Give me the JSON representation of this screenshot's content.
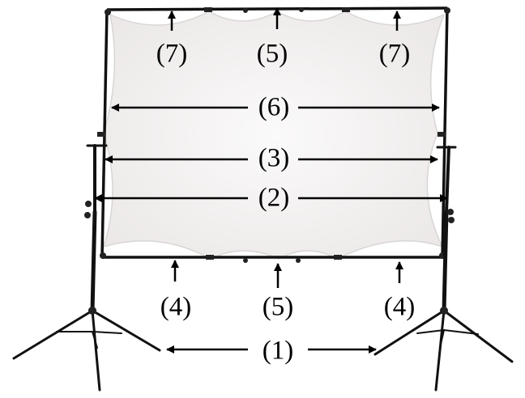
{
  "diagram": {
    "callouts": {
      "top_left": "(7)",
      "top_center": "(5)",
      "top_right": "(7)",
      "frame_width": "(6)",
      "screen_width": "(3)",
      "stand_span": "(2)",
      "bottom_left": "(4)",
      "bottom_center": "(5)",
      "bottom_right": "(4)",
      "base_spread": "(1)"
    },
    "colors": {
      "frame": "#111111",
      "screen": "#f6f4f3",
      "screen_edge": "#d8d6d5",
      "arrows": "#000000"
    }
  }
}
